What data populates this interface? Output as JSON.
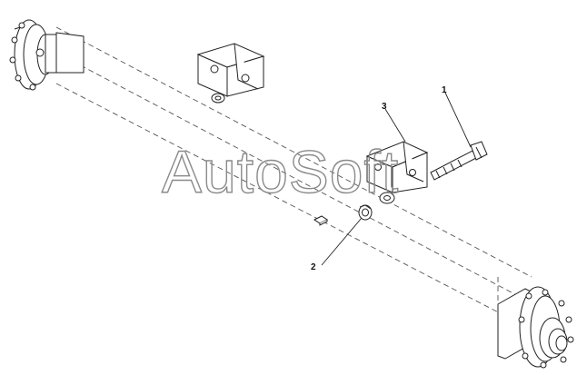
{
  "callouts": {
    "bolt": "1",
    "nut": "2",
    "bracket": "3"
  },
  "watermark": "AutoSoft",
  "colors": {
    "line": "#222222",
    "dash": "#555555",
    "watermark": "#8a8a8a"
  }
}
